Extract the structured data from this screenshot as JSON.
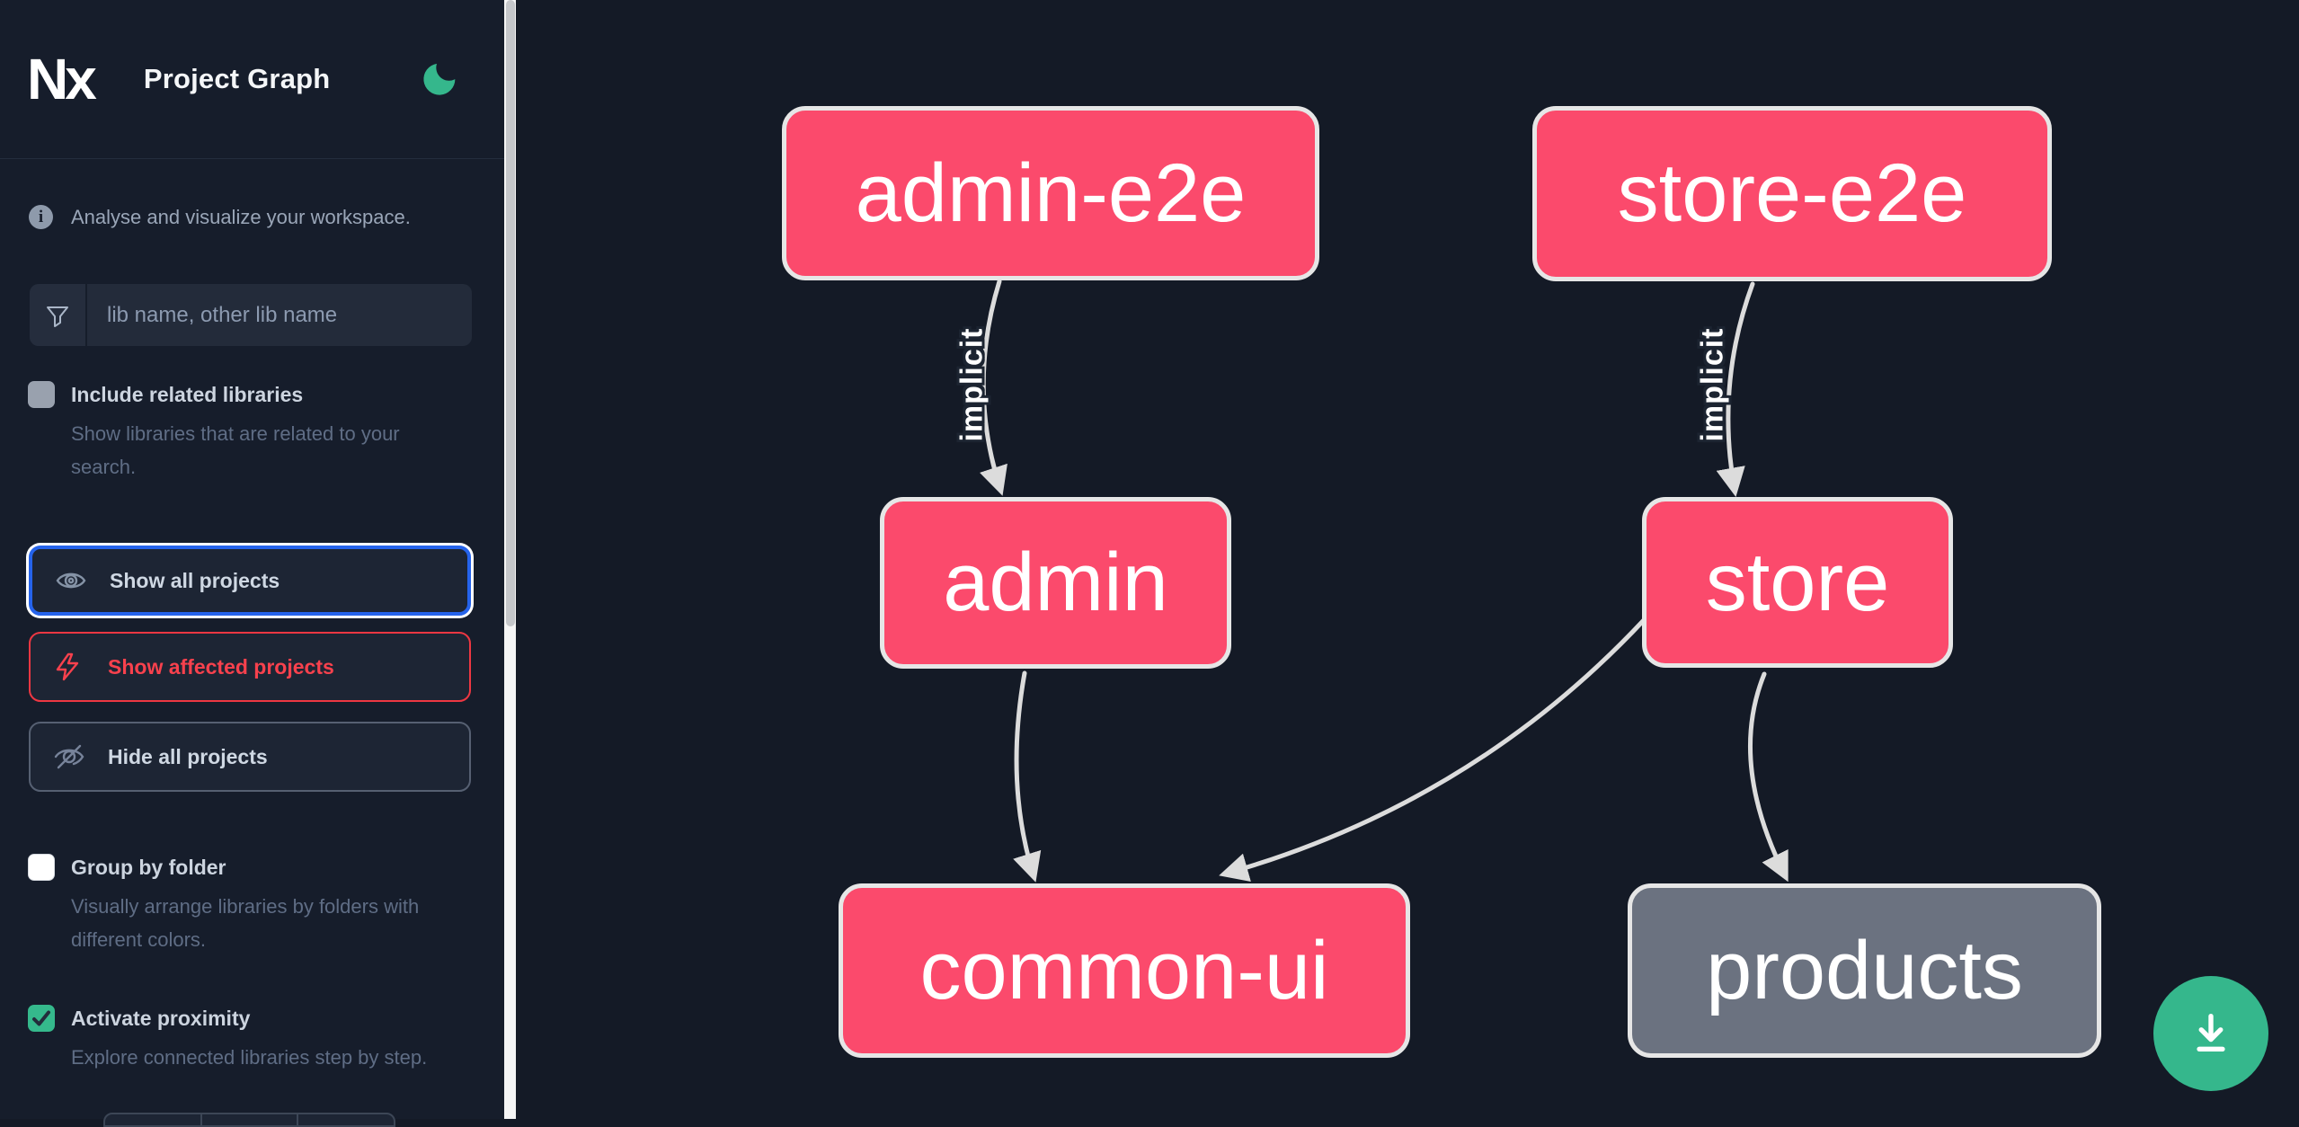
{
  "app": {
    "logo_text": "Nx",
    "title": "Project Graph",
    "theme_icon": "moon"
  },
  "colors": {
    "background": "#141a26",
    "sidebar_background": "#161d2b",
    "panel_background": "#1d2534",
    "node_pink": "#fb4a6c",
    "node_gray": "#6b7280",
    "node_border": "#e6e6e6",
    "edge": "#dcdcdc",
    "accent_green": "#35b78c",
    "focus_blue": "#2563eb",
    "alert_red": "#ee3742",
    "text_primary": "#ccd4df",
    "text_muted": "#5f6d85"
  },
  "sidebar": {
    "info_text": "Analyse and visualize your workspace.",
    "search": {
      "placeholder": "lib name, other lib name",
      "value": "",
      "icon": "filter-funnel-icon"
    },
    "toggles": [
      {
        "label": "Include related libraries",
        "description": "Show libraries that are related to your search.",
        "checked": false
      },
      {
        "label": "Group by folder",
        "description": "Visually arrange libraries by folders with different colors.",
        "checked": false
      },
      {
        "label": "Activate proximity",
        "description": "Explore connected libraries step by step.",
        "checked": true
      }
    ],
    "buttons": [
      {
        "label": "Show all projects",
        "icon": "eye-icon",
        "state": "focused"
      },
      {
        "label": "Show affected projects",
        "icon": "bolt-icon",
        "state": "affected"
      },
      {
        "label": "Hide all projects",
        "icon": "eye-off-icon",
        "state": "default"
      }
    ]
  },
  "graph": {
    "nodes": [
      {
        "id": "admin-e2e",
        "label": "admin-e2e",
        "color": "pink"
      },
      {
        "id": "store-e2e",
        "label": "store-e2e",
        "color": "pink"
      },
      {
        "id": "admin",
        "label": "admin",
        "color": "pink"
      },
      {
        "id": "store",
        "label": "store",
        "color": "pink"
      },
      {
        "id": "common-ui",
        "label": "common-ui",
        "color": "pink"
      },
      {
        "id": "products",
        "label": "products",
        "color": "gray"
      }
    ],
    "edges": [
      {
        "from": "admin-e2e",
        "to": "admin",
        "label": "implicit"
      },
      {
        "from": "store-e2e",
        "to": "store",
        "label": "implicit"
      },
      {
        "from": "admin",
        "to": "common-ui",
        "label": ""
      },
      {
        "from": "store",
        "to": "common-ui",
        "label": ""
      },
      {
        "from": "store",
        "to": "products",
        "label": ""
      }
    ]
  },
  "fab": {
    "icon": "download-icon"
  }
}
